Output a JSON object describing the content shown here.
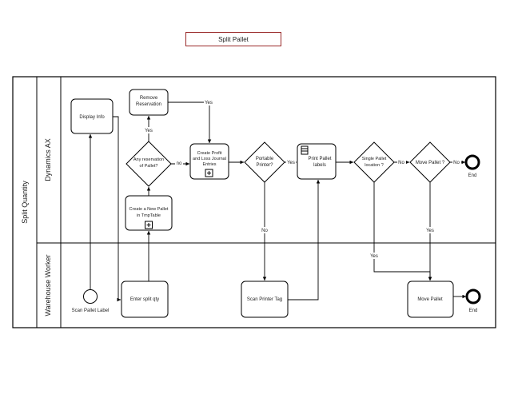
{
  "title": "Split Pallet",
  "pool": {
    "label": "Split Quantity"
  },
  "lanes": [
    {
      "label": "Dynamics AX"
    },
    {
      "label": "Warehouse Worker"
    }
  ],
  "nodes": {
    "display_info": [
      "Display Info"
    ],
    "remove_reservation": [
      "Remove",
      "Reservation"
    ],
    "any_reservation": [
      "Any reservation",
      "of Pallet?"
    ],
    "create_profit": [
      "Create Profit",
      "and Loss Journal",
      "Entries"
    ],
    "portable_printer": [
      "Portable",
      "Printer?"
    ],
    "print_pallet_labels": [
      "Print Pallet",
      "labels"
    ],
    "single_pallet": [
      "Single Pallet",
      "location ?"
    ],
    "move_pallet_q": [
      "Move Pallet ?"
    ],
    "create_new_pallet": [
      "Create a New Pallet",
      "in TmpTable"
    ],
    "scan_pallet_label": [
      "Scan Pallet Label"
    ],
    "enter_split_qty": [
      "Enter split qty"
    ],
    "scan_printer_tag": [
      "Scan Printer Tag"
    ],
    "move_pallet": [
      "Move Pallet"
    ],
    "end_top": [
      "End"
    ],
    "end_bottom": [
      "End"
    ]
  },
  "edge_labels": {
    "any_yes": "Yes",
    "any_no": "no",
    "remove_yes": "Yes",
    "portable_yes": "Yes",
    "portable_no": "No",
    "single_no": "No",
    "single_yes": "Yes",
    "move_no": "No",
    "move_yes": "Yes"
  },
  "colors": {
    "stroke": "#000000",
    "title_border": "#9a2a2a"
  },
  "icons": {
    "subprocess_marker": "plus-square-icon",
    "task_marker": "data-store-icon"
  }
}
